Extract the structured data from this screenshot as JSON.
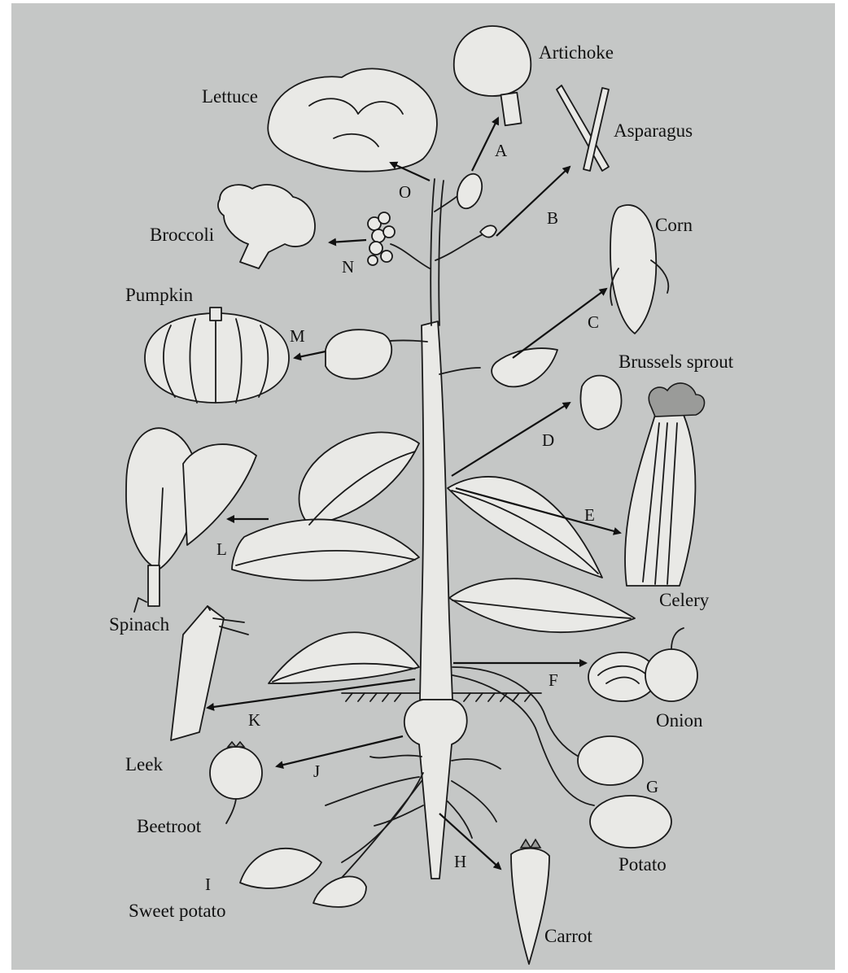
{
  "diagram": {
    "vegetables": [
      {
        "key": "A",
        "name": "Artichoke"
      },
      {
        "key": "B",
        "name": "Asparagus"
      },
      {
        "key": "C",
        "name": "Corn"
      },
      {
        "key": "D",
        "name": "Brussels sprout"
      },
      {
        "key": "E",
        "name": "Celery"
      },
      {
        "key": "F",
        "name": "Onion"
      },
      {
        "key": "G",
        "name": "Potato"
      },
      {
        "key": "H",
        "name": "Carrot"
      },
      {
        "key": "I",
        "name": "Sweet potato"
      },
      {
        "key": "J",
        "name": "Beetroot"
      },
      {
        "key": "K",
        "name": "Leek"
      },
      {
        "key": "L",
        "name": "Spinach"
      },
      {
        "key": "M",
        "name": "Pumpkin"
      },
      {
        "key": "N",
        "name": "Broccoli"
      },
      {
        "key": "O",
        "name": "Lettuce"
      }
    ],
    "colors": {
      "background": "#c5c7c6",
      "ink": "#1a1a1a"
    }
  }
}
